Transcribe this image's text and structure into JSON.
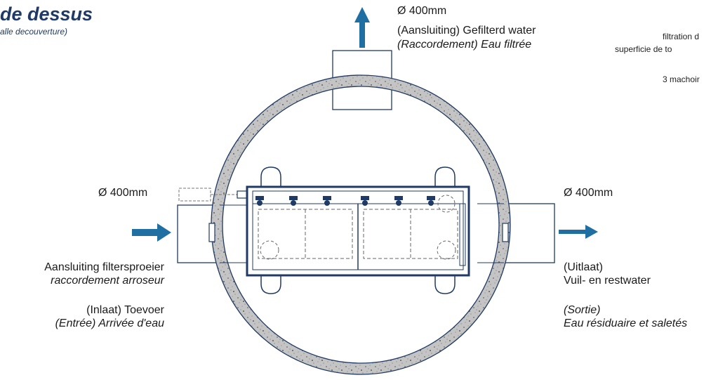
{
  "view": {
    "title": "de dessus",
    "subtitle": "alle decouverture)"
  },
  "top_outlet": {
    "diameter": "Ø 400mm",
    "label_nl": "(Aansluiting) Gefilterd water",
    "label_fr": "(Raccordement) Eau filtrée"
  },
  "right_notes": {
    "line1": "filtration d",
    "line2": "superficie de to",
    "line3": "3 machoir"
  },
  "inlet": {
    "diameter": "Ø 400mm",
    "sprayer_nl": "Aansluiting filtersproeier",
    "sprayer_fr": "raccordement arroseur",
    "supply_nl": "(Inlaat) Toevoer",
    "supply_fr": "(Entrée) Arrivée d'eau"
  },
  "outlet": {
    "diameter": "Ø 400mm",
    "label_nl_1": "(Uitlaat)",
    "label_nl_2": "Vuil- en restwater",
    "label_fr_1": "(Sortie)",
    "label_fr_2": "Eau résiduaire et saletés"
  },
  "colors": {
    "arrow": "#1f6fa3",
    "line": "#1f3a66",
    "concrete": "#c9c9c9"
  }
}
